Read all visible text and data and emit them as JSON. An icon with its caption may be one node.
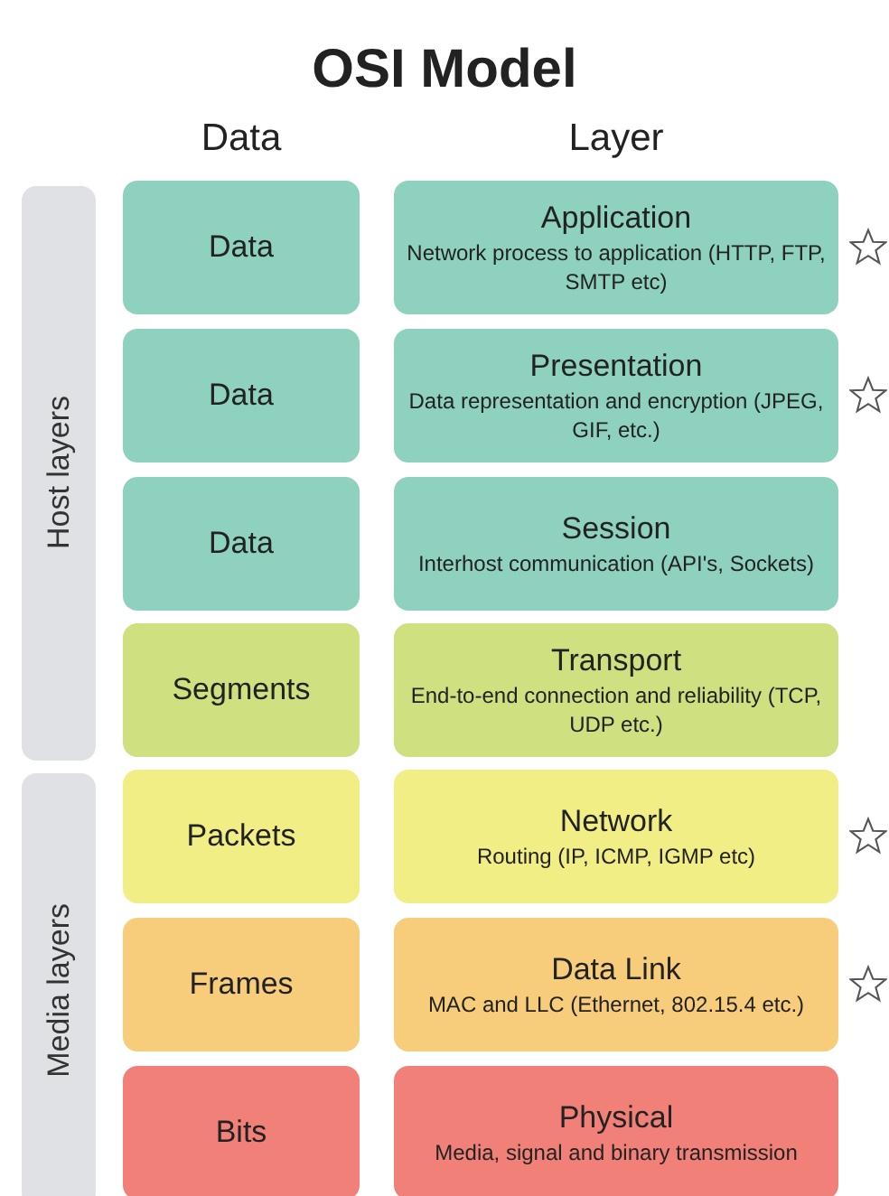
{
  "diagram": {
    "title": "OSI Model",
    "nodes": [
      {
        "text": [
          "Host layers"
        ]
      },
      {
        "text": [
          "Media layers"
        ]
      },
      {
        "text": [
          "Data"
        ]
      },
      {
        "text": [
          "Application",
          "Network process to application (HTTP, FTP, SMTP etc)"
        ]
      },
      {
        "text": [
          "Data"
        ]
      },
      {
        "text": [
          "Presentation",
          "Data representation and encryption (JPEG, GIF, etc.)"
        ]
      },
      {
        "text": [
          "Data"
        ]
      },
      {
        "text": [
          "Session",
          "Interhost communication (API's, Sockets)"
        ]
      },
      {
        "text": [
          "Segments"
        ]
      },
      {
        "text": [
          "Transport",
          "End-to-end connection and reliability (TCP, UDP etc.)"
        ]
      },
      {
        "text": [
          "Packets"
        ]
      },
      {
        "text": [
          "Network",
          "Routing (IP, ICMP, IGMP etc)"
        ]
      },
      {
        "text": [
          "Frames"
        ]
      },
      {
        "text": [
          "Data Link",
          "MAC and LLC (Ethernet, 802.15.4 etc.)"
        ]
      },
      {
        "text": [
          "Bits"
        ]
      },
      {
        "text": [
          "Physical",
          "Media, signal and binary transmission"
        ]
      }
    ],
    "labels": [
      "Data",
      "Layer"
    ]
  }
}
